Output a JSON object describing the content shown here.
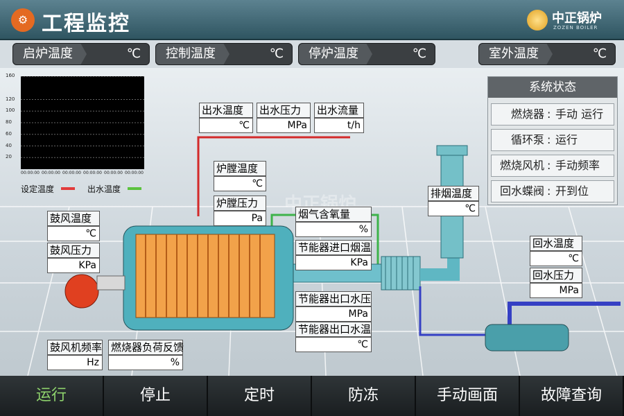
{
  "header": {
    "title": "工程监控",
    "app_icon": "boiler-icon",
    "logo_cn": "中正锅炉",
    "logo_en": "ZOZEN BOILER"
  },
  "top_bar": [
    {
      "label": "启炉温度",
      "unit": "℃"
    },
    {
      "label": "控制温度",
      "unit": "℃"
    },
    {
      "label": "停炉温度",
      "unit": "℃"
    },
    {
      "label": "室外温度",
      "unit": "℃"
    }
  ],
  "chart_data": {
    "type": "line",
    "ylim": [
      0,
      160
    ],
    "yticks": [
      "160",
      "120",
      "100",
      "80",
      "60",
      "40",
      "20"
    ],
    "xticks": [
      "00:00:00",
      "00:00:00",
      "00:00:00",
      "00:00:00",
      "00:00:00",
      "00:00:00"
    ],
    "series": [
      {
        "name": "设定温度",
        "color": "#e23b3b",
        "values": []
      },
      {
        "name": "出水温度",
        "color": "#5cc23e",
        "values": []
      }
    ],
    "grid": true
  },
  "status_panel": {
    "title": "系统状态",
    "rows": [
      {
        "key": "燃烧器",
        "value": "手动 运行"
      },
      {
        "key": "循环泵",
        "value": "运行"
      },
      {
        "key": "燃烧风机",
        "value": "手动频率"
      },
      {
        "key": "回水蝶阀",
        "value": "开到位"
      }
    ]
  },
  "readings": {
    "outlet_temp": {
      "label": "出水温度",
      "unit": "℃"
    },
    "outlet_pressure": {
      "label": "出水压力",
      "unit": "MPa"
    },
    "outlet_flow": {
      "label": "出水流量",
      "unit": "t/h"
    },
    "furnace_temp": {
      "label": "炉膛温度",
      "unit": "℃"
    },
    "furnace_pressure": {
      "label": "炉膛压力",
      "unit": "Pa"
    },
    "flue_oxygen": {
      "label": "烟气含氧量",
      "unit": "%"
    },
    "economizer_in_flue": {
      "label": "节能器进口烟温",
      "unit": "KPa"
    },
    "exhaust_temp": {
      "label": "排烟温度",
      "unit": "℃"
    },
    "blower_temp": {
      "label": "鼓风温度",
      "unit": "℃"
    },
    "blower_pressure": {
      "label": "鼓风压力",
      "unit": "KPa"
    },
    "economizer_out_pressure": {
      "label": "节能器出口水压",
      "unit": "MPa"
    },
    "economizer_out_temp": {
      "label": "节能器出口水温",
      "unit": "℃"
    },
    "return_temp": {
      "label": "回水温度",
      "unit": "℃"
    },
    "return_pressure": {
      "label": "回水压力",
      "unit": "MPa"
    },
    "blower_freq": {
      "label": "鼓风机频率",
      "unit": "Hz"
    },
    "burner_load": {
      "label": "燃烧器负荷反馈",
      "unit": "%"
    }
  },
  "nav": [
    "运行",
    "停止",
    "定时",
    "防冻",
    "手动画面",
    "故障查询"
  ],
  "watermark": "中正锅炉"
}
